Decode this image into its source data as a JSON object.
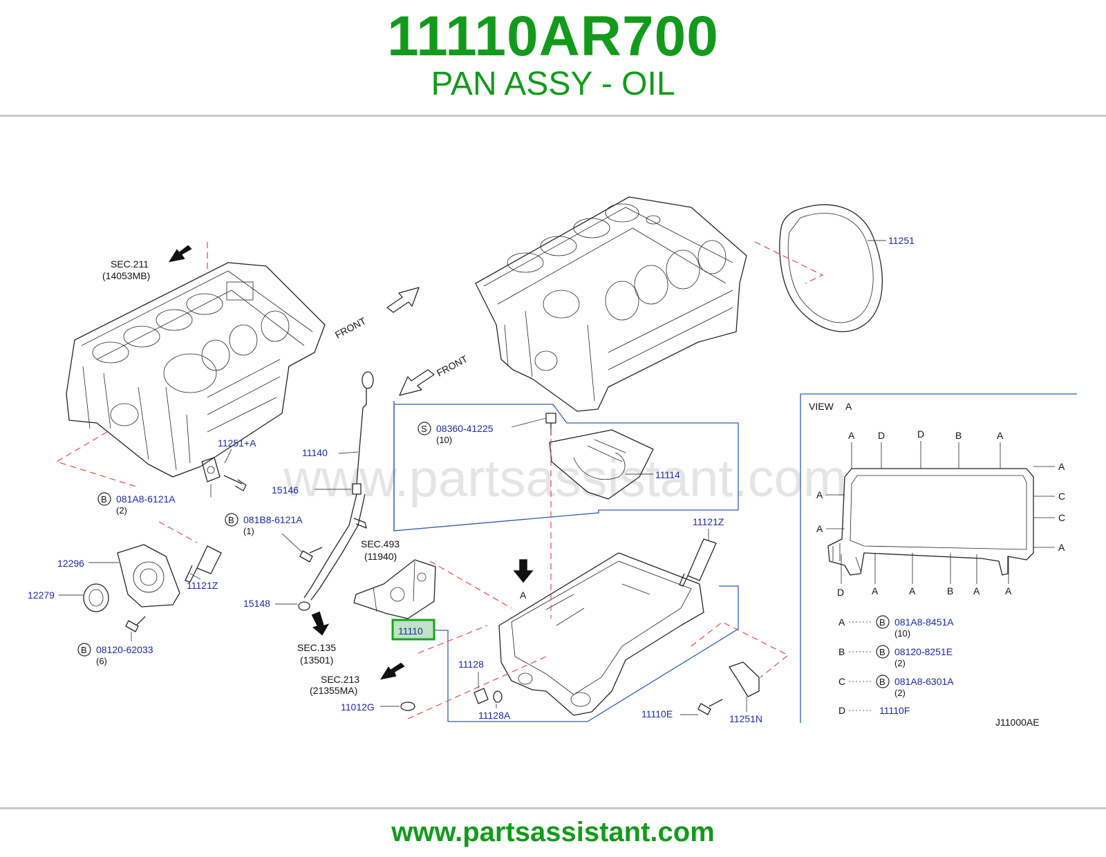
{
  "header": {
    "part_number": "11110AR700",
    "part_name": "PAN ASSY - OIL"
  },
  "watermark": "www.partsassistant.com",
  "footer": {
    "url": "www.partsassistant.com"
  },
  "diagram": {
    "front_labels": [
      "FRONT",
      "FRONT"
    ],
    "sec_refs": {
      "sec211": {
        "code": "SEC.211",
        "ref": "(14053MB)"
      },
      "sec493": {
        "code": "SEC.493",
        "ref": "(11940)"
      },
      "sec135": {
        "code": "SEC.135",
        "ref": "(13501)"
      },
      "sec213": {
        "code": "SEC.213",
        "ref": "(21355MA)"
      }
    },
    "arrow_a_label": "A",
    "parts": {
      "p11251": "11251",
      "p11251a": "11251+A",
      "p081a8_6121a": "081A8-6121A",
      "q081a8_6121a": "(2)",
      "p081b8_6121a": "081B8-6121A",
      "q081b8_6121a": "(1)",
      "p11140": "11140",
      "p15146": "15146",
      "p15148": "15148",
      "p12296": "12296",
      "p12279": "12279",
      "p11121z_left": "11121Z",
      "p08120_62033": "08120-62033",
      "q08120_62033": "(6)",
      "p08360_41225": "08360-41225",
      "q08360_41225": "(10)",
      "p11114": "11114",
      "p11121z_right": "11121Z",
      "p11110": "11110",
      "p11128": "11128",
      "p11128a": "11128A",
      "p11012g": "11012G",
      "p11110e": "11110E",
      "p11251n": "11251N"
    },
    "circle_letters": {
      "b": "B",
      "s": "S"
    },
    "view": {
      "title": "VIEW",
      "letter": "A",
      "top_labels": [
        "A",
        "D",
        "D",
        "B",
        "A"
      ],
      "right_labels": [
        "A",
        "C",
        "C",
        "A"
      ],
      "left_labels": [
        "A",
        "A"
      ],
      "bottom_labels": [
        "D",
        "A",
        "A",
        "B",
        "A",
        "A"
      ],
      "legend": [
        {
          "key": "A",
          "part": "081A8-8451A",
          "qty": "(10)"
        },
        {
          "key": "B",
          "part": "08120-8251E",
          "qty": "(2)"
        },
        {
          "key": "C",
          "part": "081A8-6301A",
          "qty": "(2)"
        },
        {
          "key": "D",
          "part": "11110F",
          "qty": ""
        }
      ]
    },
    "diagram_code": "J11000AE"
  }
}
